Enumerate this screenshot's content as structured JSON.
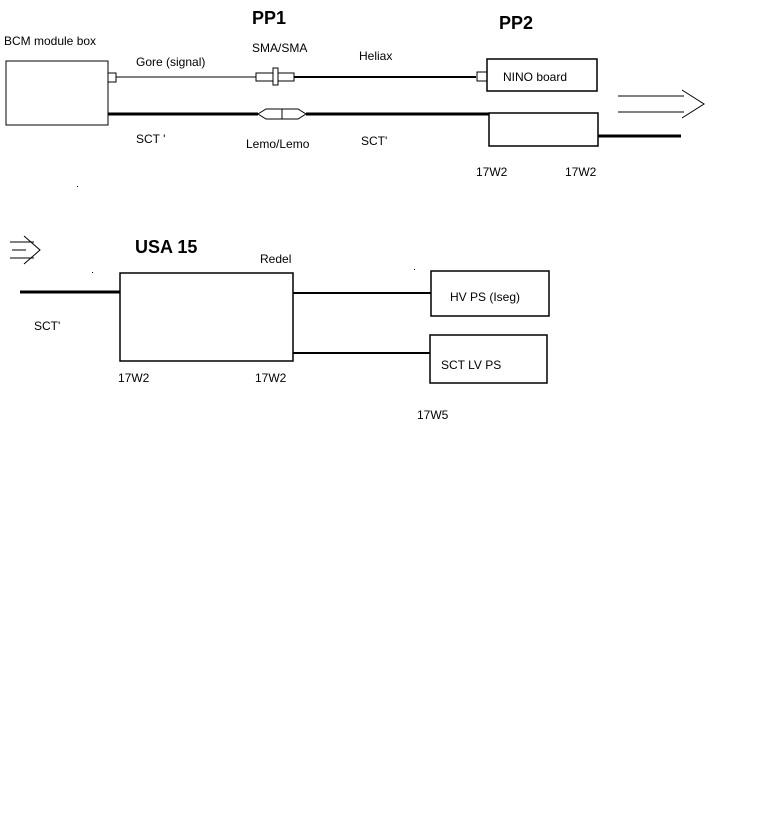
{
  "section_top": {
    "bcm_module_box": "BCM module box",
    "gore_label": "Gore (signal)",
    "pp1_title": "PP1",
    "sma_label": "SMA/SMA",
    "heliax_label": "Heliax",
    "pp2_title": "PP2",
    "nino_board": "NINO board",
    "sct_left": "SCT '",
    "lemo_label": "Lemo/Lemo",
    "sct_right": "SCT'",
    "code_17w2_left": "17W2",
    "code_17w2_right": "17W2"
  },
  "section_bottom": {
    "usa15_title": "USA 15",
    "redel_label": "Redel",
    "hv_ps": "HV PS (Iseg)",
    "sct_lv_ps": "SCT LV PS",
    "sct_label": "SCT'",
    "code_17w2_left": "17W2",
    "code_17w2_right": "17W2",
    "code_17w5": "17W5"
  },
  "colors": {
    "ink": "#000000",
    "background": "#ffffff"
  }
}
